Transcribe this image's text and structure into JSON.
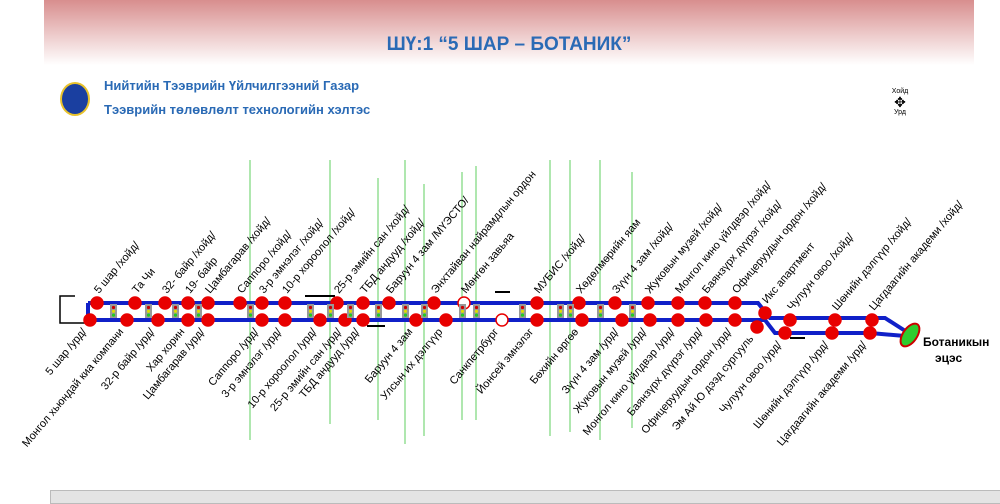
{
  "header": {
    "title": "ШҮ:1 “5 ШАР – БОТАНИК”"
  },
  "org": {
    "name": "Нийтийн Тээврийн Үйлчилгээний Газар",
    "dept": "Тээврийн төлөвлөлт технологийн хэлтэс"
  },
  "compass": {
    "north": "Хойд",
    "south": "Урд"
  },
  "terminal": "Ботаникын эцэс",
  "colors": {
    "line": "#1020c8",
    "stop": "#e80000",
    "street": "#5fcf5f"
  },
  "stops_north": [
    "5 шар /хойд/",
    "Та Чи",
    "32- байр /хойд/",
    "19- байр",
    "Цамбагарав /хойд/",
    "Саппоро /хойд/",
    "3-р эмнэлэг /хойд/",
    "10-р хороолол /хойд/",
    "25-р эмийн сан /хойд/",
    "ТБД андууд /хойд/",
    "Баруун 4 зам /МҮЭСТО/",
    "Энхтайван найрамдлын ордон",
    "Мөнгөн завьяа",
    "МУБИС /хойд/",
    "Хөдөлмөрийн яам",
    "Зүүн 4 зам /хойд/",
    "Жуковын музей /хойд/",
    "Монгол кино үйлдвэр /хойд/",
    "Баянзүрх дүүрэг /хойд/",
    "Офицеруудын ордон /хойд/",
    "Икс апартмент",
    "Чулуун овоо /хойд/",
    "Шөнийн дэлгүүр /хойд/",
    "Цагдаагийн академи /хойд/"
  ],
  "stops_south": [
    "5 шар /урд/",
    "Монгол хьюндай киа компани",
    "32-р байр /урд/",
    "Хар хорин",
    "Цамбагарав /урд/",
    "Саппоро /урд/",
    "3-р эмнэлэг /урд/",
    "10-р хороолол /урд/",
    "25-р эмийн сан /урд/",
    "ТБД андууд /урд/",
    "Баруун 4 зам",
    "Улсын их дэлгүүр",
    "Санкпетрбург",
    "Йонсей эмнэлэг",
    "Бөхийн өргөө",
    "Зүүн 4 зам /урд/",
    "Жуковын музей /урд/",
    "Монгол кино үйлдвэр /урд/",
    "Баянзүрх дүүрэг /урд/",
    "Офицеруудын ордон /урд/",
    "Эм Ай Ю дээд сургууль",
    "Чулуун овоо /урд/",
    "Шөнийн дэлгүүр /урд/",
    "Цагдаагийн академи /урд/"
  ]
}
